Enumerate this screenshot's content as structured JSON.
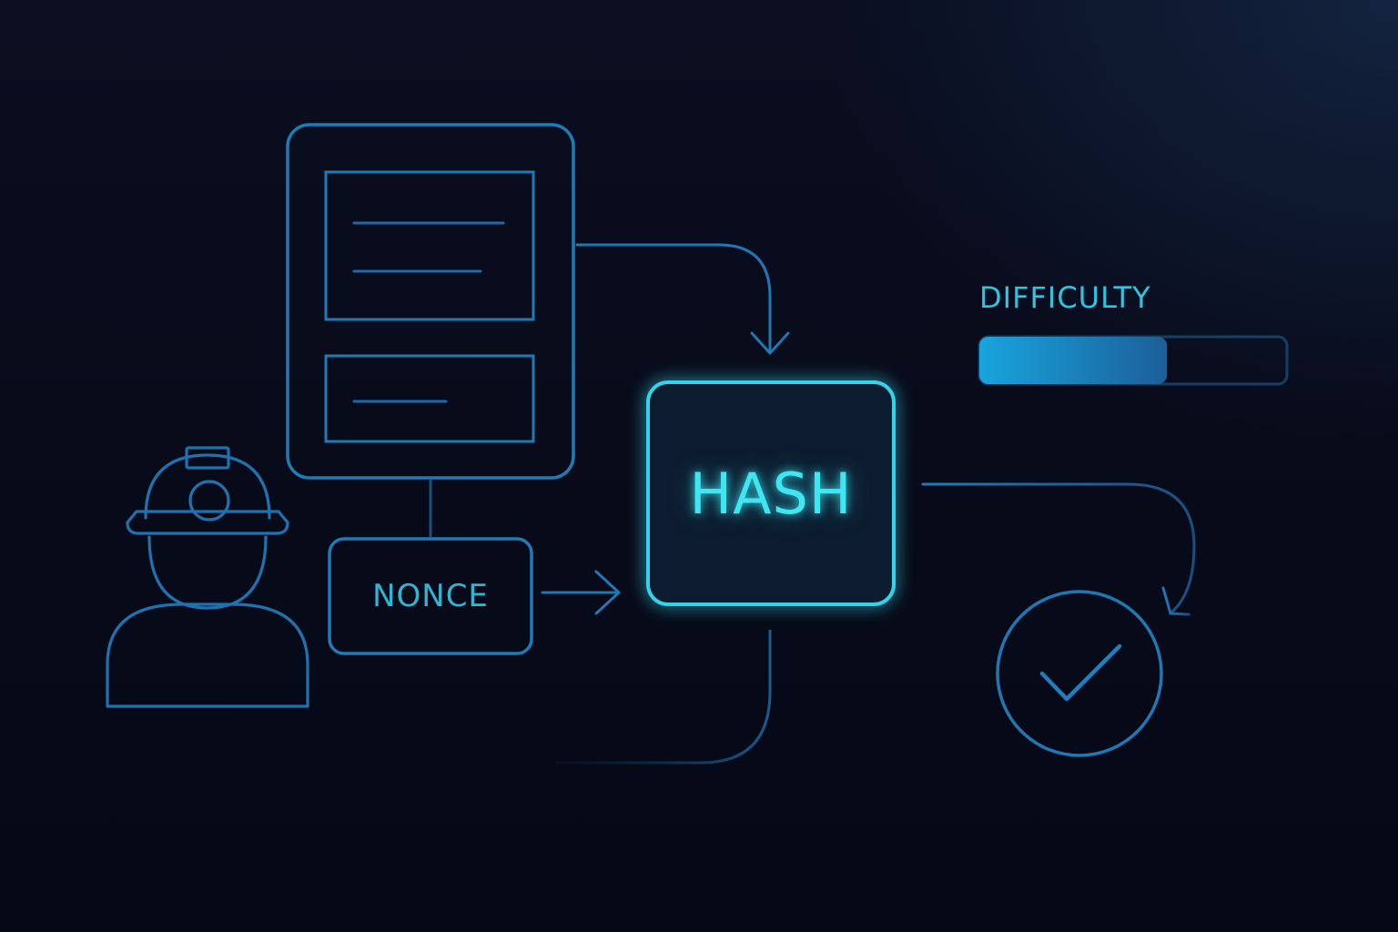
{
  "diagram": {
    "hash_label": "HASH",
    "nonce_label": "NONCE",
    "difficulty_label": "DIFFICULTY",
    "difficulty_level": 0.61,
    "icons": {
      "miner": "miner-hardhat-icon",
      "block": "block-document-icon",
      "success": "checkmark-circle-icon"
    },
    "colors": {
      "accent": "#3fe6f2",
      "line": "#1f78b4",
      "background": "#070a18"
    }
  }
}
